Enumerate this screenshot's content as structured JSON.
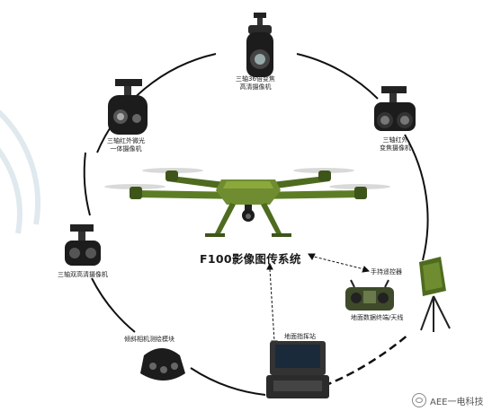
{
  "title": "F100影像图传系统",
  "nodes": {
    "zoom36": [
      "三轴36倍变焦",
      "高清摄像机"
    ],
    "ir_lowlight": [
      "三轴红外微光",
      "一体摄像机"
    ],
    "ir_zoom": [
      "三轴红外",
      "变焦摄像机"
    ],
    "dual_hd": [
      "三轴双高清摄像机"
    ],
    "oblique": [
      "倾斜相机测绘模块"
    ],
    "ground_station": [
      "地面指挥站"
    ],
    "remote": [
      "手持遥控器"
    ],
    "data_terminal": [
      "地面数据终端/天线"
    ]
  },
  "watermark": "AEE一电科技",
  "colors": {
    "drone_green": "#4e6b1f",
    "drone_green_light": "#7a9a32",
    "camera_dark": "#1c1c1c",
    "circle": "#111111"
  }
}
